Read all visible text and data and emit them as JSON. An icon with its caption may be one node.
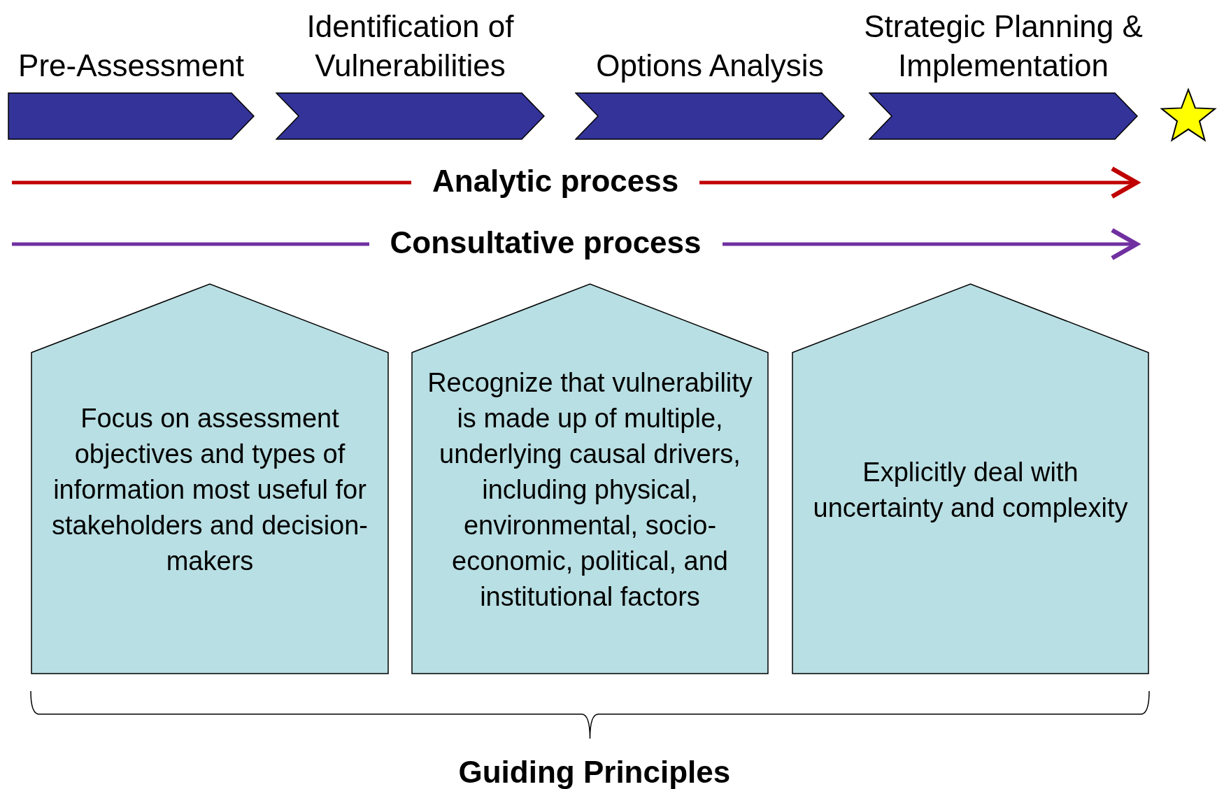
{
  "diagram": {
    "nodes": [
      {
        "text": [
          "Pre-Assessment"
        ]
      },
      {
        "text": [
          "Identification of Vulnerabilities"
        ]
      },
      {
        "text": [
          "Options Analysis"
        ]
      },
      {
        "text": [
          "Strategic Planning & Implementation"
        ]
      },
      {
        "text": [],
        "shape": "star"
      },
      {
        "text": [
          "Focus on assessment objectives and types of information most useful for stakeholders and decision-makers"
        ]
      },
      {
        "text": [
          "Recognize that vulnerability is made up of multiple, underlying causal drivers, including physical, environmental, socio-economic, political, and institutional factors"
        ]
      },
      {
        "text": [
          "Explicitly deal with uncertainty and complexity"
        ]
      }
    ],
    "labels": [
      "Analytic process",
      "Consultative process",
      "Guiding Principles"
    ]
  }
}
